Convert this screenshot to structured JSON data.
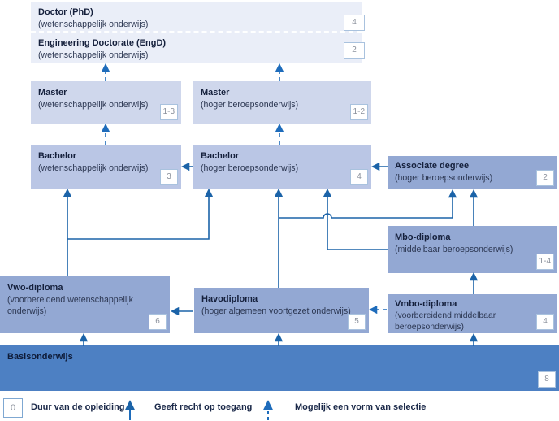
{
  "diagram_title": "Dutch education system pathways",
  "boxes": {
    "doctor": {
      "title": "Doctor (PhD)",
      "subtitle": "(wetenschappelijk onderwijs)",
      "duration": "4"
    },
    "engd": {
      "title": "Engineering Doctorate (EngD)",
      "subtitle": "(wetenschappelijk onderwijs)",
      "duration": "2"
    },
    "master_wo": {
      "title": "Master",
      "subtitle": "(wetenschappelijk onderwijs)",
      "duration": "1-3"
    },
    "master_hbo": {
      "title": "Master",
      "subtitle": "(hoger beroepsonderwijs)",
      "duration": "1-2"
    },
    "bachelor_wo": {
      "title": "Bachelor",
      "subtitle": "(wetenschappelijk onderwijs)",
      "duration": "3"
    },
    "bachelor_hbo": {
      "title": "Bachelor",
      "subtitle": "(hoger beroepsonderwijs)",
      "duration": "4"
    },
    "associate": {
      "title": "Associate degree",
      "subtitle": "(hoger beroepsonderwijs)",
      "duration": "2"
    },
    "mbo": {
      "title": "Mbo-diploma",
      "subtitle": "(middelbaar beroepsonderwijs)",
      "duration": "1-4"
    },
    "vwo": {
      "title": "Vwo-diploma",
      "subtitle": "(voorbereidend wetenschappelijk onderwijs)",
      "duration": "6"
    },
    "havo": {
      "title": "Havodiploma",
      "subtitle": "(hoger algemeen voortgezet onderwijs)",
      "duration": "5"
    },
    "vmbo": {
      "title": "Vmbo-diploma",
      "subtitle": "(voorbereidend middelbaar beroepsonderwijs)",
      "duration": "4"
    },
    "basis": {
      "title": "Basisonderwijs",
      "duration": "8"
    }
  },
  "legend": {
    "duration_symbol": "0",
    "duration_label": "Duur van de opleiding",
    "solid_arrow_label": "Geeft recht op toegang",
    "dashed_arrow_label": "Mogelijk een vorm van selectie"
  },
  "colors": {
    "box_top": "#eaeef8",
    "box_master": "#cfd7ec",
    "box_bachelor": "#bac6e5",
    "box_mid": "#93a8d3",
    "box_basis": "#4d80c3",
    "arrow_solid": "#1b63a8",
    "arrow_dashed": "#1e6cbb",
    "badge_border": "#a9c2de",
    "badge_text": "#8b919c",
    "text_dark": "#15203c"
  }
}
